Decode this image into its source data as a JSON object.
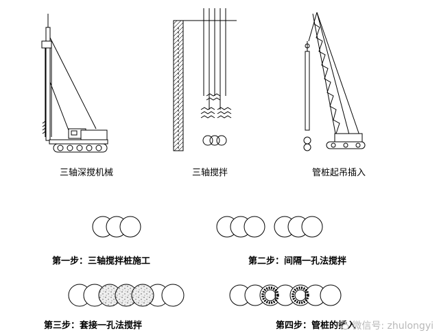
{
  "top_row": {
    "panel1": {
      "caption": "三轴深搅机械"
    },
    "panel2": {
      "caption": "三轴搅拌"
    },
    "panel3": {
      "caption": "管桩起吊插入"
    }
  },
  "steps": [
    {
      "caption": "第一步：三轴搅拌桩施工"
    },
    {
      "caption": "第二步：间隔一孔法搅拌"
    },
    {
      "caption": "第三步：套接一孔法搅拌"
    },
    {
      "caption": "第四步：管桩的插入"
    }
  ],
  "watermark": {
    "text": "微信号: zhulongyi",
    "icon": "wechat-icon"
  }
}
